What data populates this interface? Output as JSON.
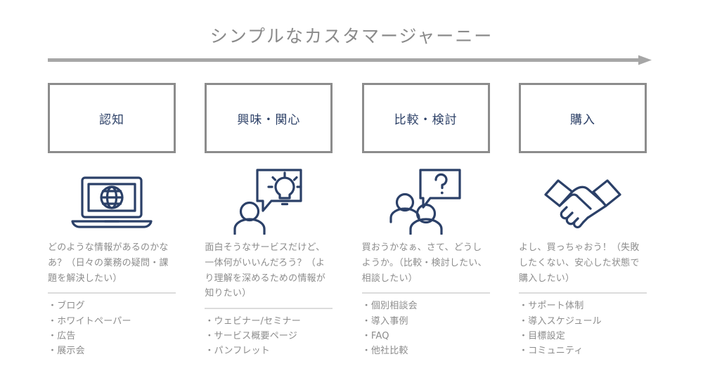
{
  "title": "シンプルなカスタマージャーニー",
  "arrow": {
    "name": "journey-progress-arrow",
    "direction": "right",
    "color": "#a6a6a6"
  },
  "colors": {
    "title_gray": "#8a8a8a",
    "box_border_gray": "#8c8c8c",
    "box_label_navy": "#2b3f66",
    "icon_navy": "#2b4068",
    "body_gray": "#8c8c8c",
    "divider_gray": "#dcdcdc",
    "background": "#ffffff"
  },
  "stages": [
    {
      "label": "認知",
      "icon": "laptop-globe-icon",
      "description": "どのような情報があるのかなあ？（日々の業務の疑問・課題を解決したい）",
      "items": [
        "ブログ",
        "ホワイトペーパー",
        "広告",
        "展示会"
      ]
    },
    {
      "label": "興味・関心",
      "icon": "person-lightbulb-bubble-icon",
      "description": "面白そうなサービスだけど、一体何がいいんだろう？（より理解を深めるための情報が知りたい）",
      "items": [
        "ウェビナー/セミナー",
        "サービス概要ページ",
        "パンフレット"
      ]
    },
    {
      "label": "比較・検討",
      "icon": "two-people-question-bubble-icon",
      "description": "買おうかなぁ、さて、どうしようか。（比較・検討したい、相談したい）",
      "items": [
        "個別相談会",
        "導入事例",
        "FAQ",
        "他社比較"
      ]
    },
    {
      "label": "購入",
      "icon": "handshake-icon",
      "description": "よし、買っちゃおう！（失敗したくない、安心した状態で購入したい）",
      "items": [
        "サポート体制",
        "導入スケジュール",
        "目標設定",
        "コミュニティ"
      ]
    }
  ]
}
